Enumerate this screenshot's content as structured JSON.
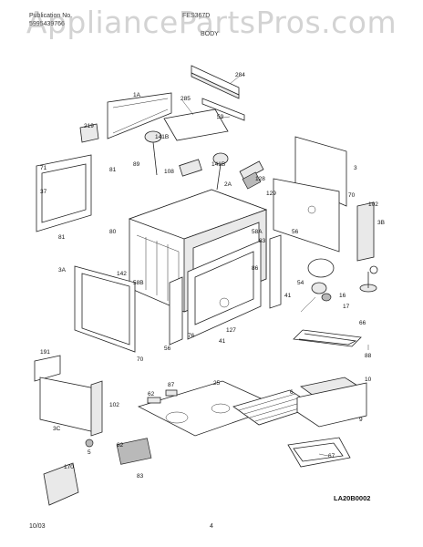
{
  "header": {
    "publication_label": "Publication No.",
    "publication_number": "5995439766",
    "model": "FES367D",
    "section": "BODY"
  },
  "watermark": "AppliancePartsPros.com",
  "diagram_code": "LA20B0002",
  "footer": {
    "date": "10/03",
    "page": "4"
  },
  "part_labels": [
    "284",
    "1A",
    "285",
    "59",
    "219",
    "141B",
    "89",
    "108",
    "141B",
    "128",
    "2A",
    "129",
    "3",
    "71",
    "81",
    "37",
    "58A",
    "56",
    "70",
    "102",
    "3B",
    "81",
    "80",
    "83",
    "86",
    "142",
    "58B",
    "3A",
    "54",
    "16",
    "17",
    "41",
    "66",
    "56",
    "127",
    "76",
    "41",
    "70",
    "88",
    "191",
    "25",
    "87",
    "62",
    "6",
    "10",
    "102",
    "3C",
    "9",
    "5",
    "82",
    "67",
    "83",
    "170"
  ]
}
